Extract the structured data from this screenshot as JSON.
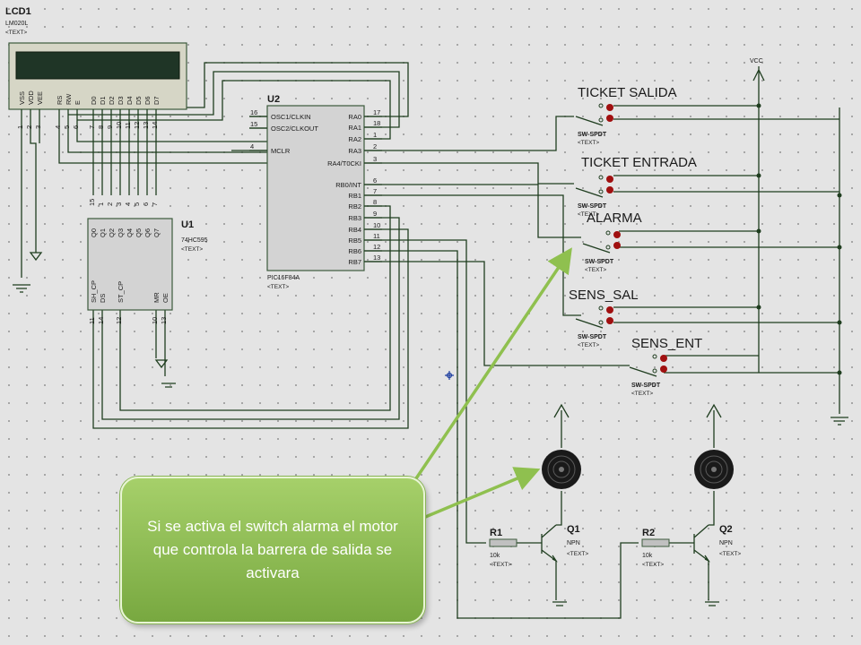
{
  "lcd": {
    "ref": "LCD1",
    "model": "LM020L",
    "text": "<TEXT>",
    "pin_labels": [
      "VSS",
      "VDD",
      "VEE",
      "RS",
      "RW",
      "E",
      "D0",
      "D1",
      "D2",
      "D3",
      "D4",
      "D5",
      "D6",
      "D7"
    ],
    "pin_numbers": [
      "1",
      "2",
      "3",
      "4",
      "5",
      "6",
      "7",
      "8",
      "9",
      "10",
      "11",
      "12",
      "13",
      "14"
    ]
  },
  "u2": {
    "ref": "U2",
    "model": "PIC16F84A",
    "text": "<TEXT>",
    "left_pins": [
      {
        "num": "16",
        "label": "OSC1/CLKIN"
      },
      {
        "num": "15",
        "label": "OSC2/CLKOUT"
      },
      {
        "num": "4",
        "label": "MCLR"
      }
    ],
    "right_pins": [
      {
        "num": "17",
        "label": "RA0"
      },
      {
        "num": "18",
        "label": "RA1"
      },
      {
        "num": "1",
        "label": "RA2"
      },
      {
        "num": "2",
        "label": "RA3"
      },
      {
        "num": "3",
        "label": "RA4/T0CKI"
      },
      {
        "num": "6",
        "label": "RB0/INT"
      },
      {
        "num": "7",
        "label": "RB1"
      },
      {
        "num": "8",
        "label": "RB2"
      },
      {
        "num": "9",
        "label": "RB3"
      },
      {
        "num": "10",
        "label": "RB4"
      },
      {
        "num": "11",
        "label": "RB5"
      },
      {
        "num": "12",
        "label": "RB6"
      },
      {
        "num": "13",
        "label": "RB7"
      }
    ]
  },
  "u1": {
    "ref": "U1",
    "model": "74HC595",
    "text": "<TEXT>",
    "top_labels": [
      "Q0",
      "Q1",
      "Q2",
      "Q3",
      "Q4",
      "Q5",
      "Q6",
      "Q7"
    ],
    "top_numbers": [
      "15",
      "1",
      "2",
      "3",
      "4",
      "5",
      "6",
      "7"
    ],
    "bottom_labels": [
      "SH_CP",
      "DS",
      "ST_CP",
      "MR",
      "OE"
    ],
    "bottom_numbers": [
      "11",
      "14",
      "12",
      "10",
      "13"
    ]
  },
  "vcc": {
    "label": "VCC"
  },
  "switches": [
    {
      "label": "TICKET SALIDA",
      "model": "SW-SPDT",
      "text": "<TEXT>"
    },
    {
      "label": "TICKET ENTRADA",
      "model": "SW-SPDT",
      "text": "<TEXT>"
    },
    {
      "label": "ALARMA",
      "model": "SW-SPDT",
      "text": "<TEXT>"
    },
    {
      "label": "SENS_SAL",
      "model": "SW-SPDT",
      "text": "<TEXT>"
    },
    {
      "label": "SENS_ENT",
      "model": "SW-SPDT",
      "text": "<TEXT>"
    }
  ],
  "transistors": [
    {
      "ref": "Q1",
      "type": "NPN",
      "text": "<TEXT>"
    },
    {
      "ref": "Q2",
      "type": "NPN",
      "text": "<TEXT>"
    }
  ],
  "resistors": [
    {
      "ref": "R1",
      "value": "10k",
      "text": "<TEXT>"
    },
    {
      "ref": "R2",
      "value": "10k",
      "text": "<TEXT>"
    }
  ],
  "callout": {
    "text": "Si se activa el switch alarma el motor que controla la barrera de salida se activara"
  },
  "colors": {
    "wire": "#1f3d1f",
    "callout": "#8fc04f",
    "arrow": "#8fc04f",
    "ic_fill": "#d3d3d3"
  }
}
